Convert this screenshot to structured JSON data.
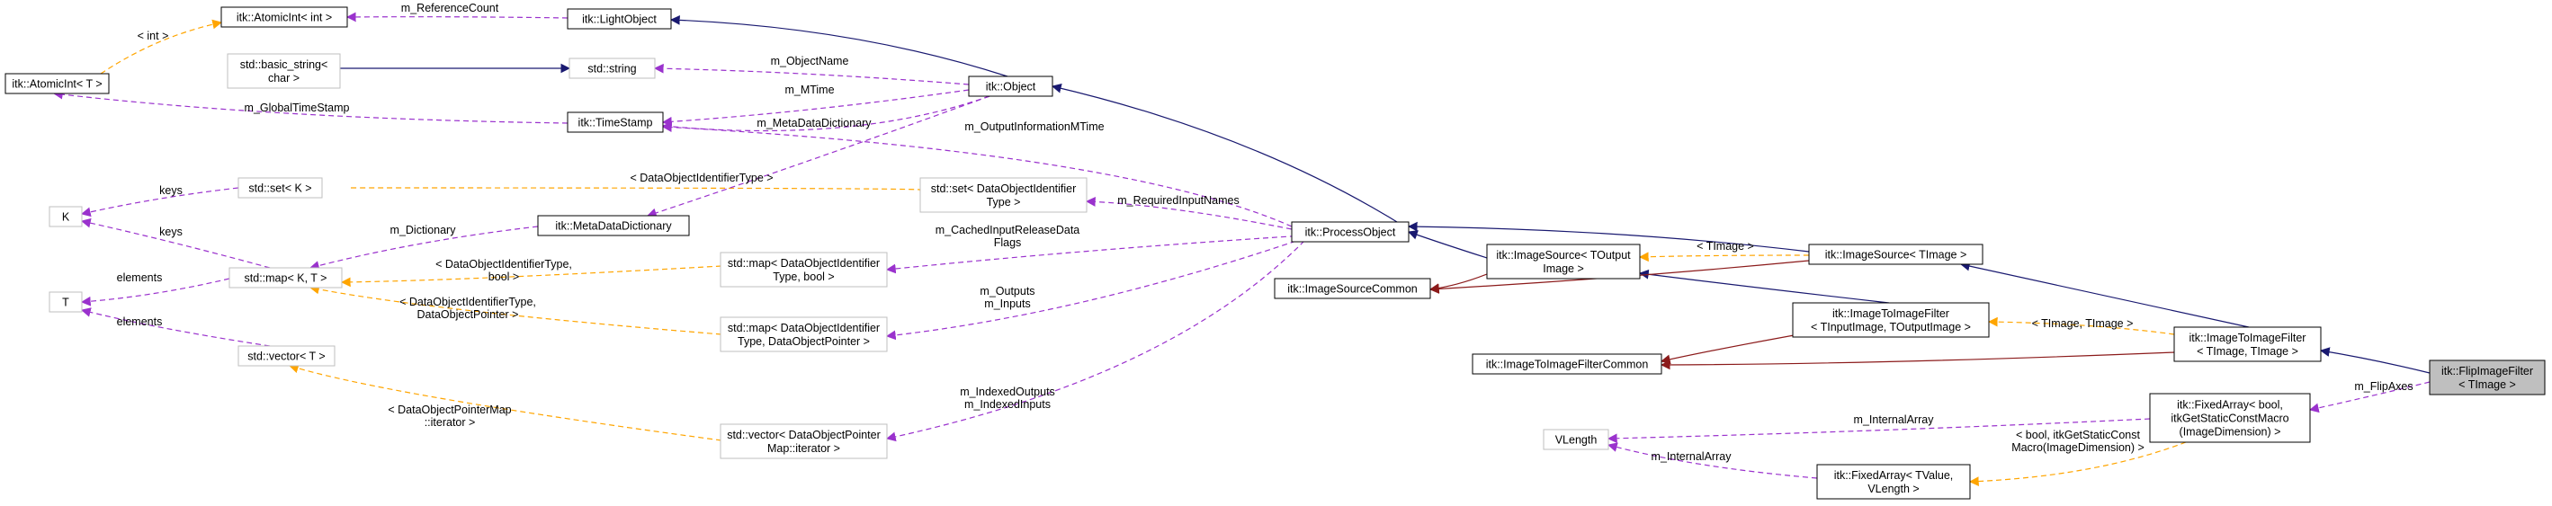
{
  "colors": {
    "inherit": "#191970",
    "protected_inherit": "#8b1a1a",
    "usage": "#9a32cd",
    "template": "#ffa500",
    "node_border_documented": "#000000",
    "node_border_undocumented": "#bfbfbf",
    "node_fill": "#ffffff",
    "node_fill_focus": "#bfbfbf"
  },
  "nodes": {
    "atomicint_int": {
      "lines": [
        "itk::AtomicInt< int >"
      ]
    },
    "lightobject": {
      "lines": [
        "itk::LightObject"
      ]
    },
    "atomicint_t": {
      "lines": [
        "itk::AtomicInt< T >"
      ]
    },
    "basic_string": {
      "lines": [
        "std::basic_string<",
        "char >"
      ]
    },
    "std_string": {
      "lines": [
        "std::string"
      ]
    },
    "object": {
      "lines": [
        "itk::Object"
      ]
    },
    "timestamp": {
      "lines": [
        "itk::TimeStamp"
      ]
    },
    "set_k": {
      "lines": [
        "std::set< K >"
      ]
    },
    "k": {
      "lines": [
        "K"
      ]
    },
    "set_dataobjectid": {
      "lines": [
        "std::set< DataObjectIdentifier",
        "Type >"
      ]
    },
    "metadatadictionary": {
      "lines": [
        "itk::MetaDataDictionary"
      ]
    },
    "processobject": {
      "lines": [
        "itk::ProcessObject"
      ]
    },
    "map_kt": {
      "lines": [
        "std::map< K, T >"
      ]
    },
    "map_bool": {
      "lines": [
        "std::map< DataObjectIdentifier",
        "Type, bool >"
      ]
    },
    "imagesource_toutput": {
      "lines": [
        "itk::ImageSource< TOutput",
        "Image >"
      ]
    },
    "imagesource_timage": {
      "lines": [
        "itk::ImageSource< TImage >"
      ]
    },
    "t": {
      "lines": [
        "T"
      ]
    },
    "imagesourcecommon": {
      "lines": [
        "itk::ImageSourceCommon"
      ]
    },
    "imagetoimagefilter_tin": {
      "lines": [
        "itk::ImageToImageFilter",
        "< TInputImage, TOutputImage >"
      ]
    },
    "map_dataobjectpointer": {
      "lines": [
        "std::map< DataObjectIdentifier",
        "Type, DataObjectPointer >"
      ]
    },
    "imagetoimagefilter_timage": {
      "lines": [
        "itk::ImageToImageFilter",
        "< TImage, TImage >"
      ]
    },
    "vector_t": {
      "lines": [
        "std::vector< T >"
      ]
    },
    "imagetoimagefiltercommon": {
      "lines": [
        "itk::ImageToImageFilterCommon"
      ]
    },
    "flipimagefilter": {
      "lines": [
        "itk::FlipImageFilter",
        "< TImage >"
      ]
    },
    "vector_pointermap": {
      "lines": [
        "std::vector< DataObjectPointer",
        "Map::iterator >"
      ]
    },
    "fixedarray_bool": {
      "lines": [
        "itk::FixedArray< bool,",
        "itkGetStaticConstMacro",
        "(ImageDimension) >"
      ]
    },
    "vlength": {
      "lines": [
        "VLength"
      ]
    },
    "fixedarray_tvalue": {
      "lines": [
        "itk::FixedArray< TValue,",
        "VLength >"
      ]
    }
  },
  "edge_labels": {
    "e_int": [
      "< int >"
    ],
    "e_refcount": [
      "m_ReferenceCount"
    ],
    "e_objectname": [
      "m_ObjectName"
    ],
    "e_mtime": [
      "m_MTime"
    ],
    "e_globaltime": [
      "m_GlobalTimeStamp"
    ],
    "e_metadict": [
      "m_MetaDataDictionary"
    ],
    "e_outinfo": [
      "m_OutputInformationMTime"
    ],
    "e_keys1": [
      "keys"
    ],
    "e_setdoi": [
      "< DataObjectIdentifierType >"
    ],
    "e_dictionary": [
      "m_Dictionary"
    ],
    "e_reqinput": [
      "m_RequiredInputNames"
    ],
    "e_keys2": [
      "keys"
    ],
    "e_mapbool": [
      "< DataObjectIdentifierType,",
      "bool >"
    ],
    "e_cached": [
      "m_CachedInputReleaseData",
      "Flags"
    ],
    "e_timage1": [
      "< TImage >"
    ],
    "e_elements1": [
      "elements"
    ],
    "e_mapdop": [
      "< DataObjectIdentifierType,",
      "DataObjectPointer >"
    ],
    "e_outputs": [
      "m_Outputs",
      "m_Inputs"
    ],
    "e_timage2": [
      "< TImage, TImage >"
    ],
    "e_elements2": [
      "elements"
    ],
    "e_vecpm": [
      "< DataObjectPointerMap",
      "::iterator >"
    ],
    "e_indexed": [
      "m_IndexedOutputs",
      "m_IndexedInputs"
    ],
    "e_flipaxes": [
      "m_FlipAxes"
    ],
    "e_internal1": [
      "m_InternalArray"
    ],
    "e_boolmacro": [
      "< bool, itkGetStaticConst",
      "Macro(ImageDimension) >"
    ],
    "e_internal2": [
      "m_InternalArray"
    ]
  }
}
